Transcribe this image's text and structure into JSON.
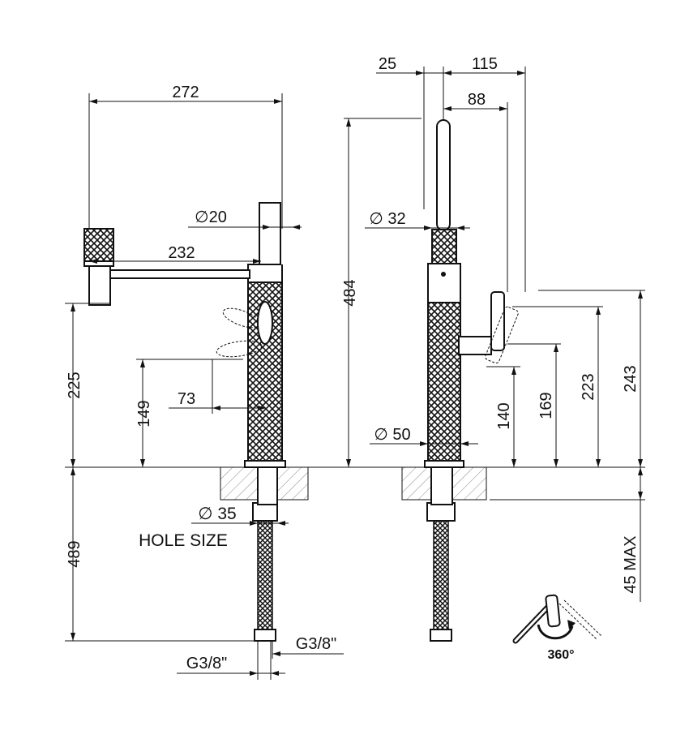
{
  "front_view": {
    "dim_overall_width": "272",
    "dim_hose_diameter": "∅20",
    "dim_spout_reach": "232",
    "dim_spout_height": "225",
    "dim_handle_height": "149",
    "dim_handle_offset": "73",
    "dim_hole_size": "∅ 35",
    "hole_size_label": "HOLE SIZE",
    "dim_hose_length": "489",
    "dim_connection_right": "G3/8\"",
    "dim_connection_bottom": "G3/8\""
  },
  "side_view": {
    "dim_offset": "25",
    "dim_handle_reach": "115",
    "dim_handle_depth": "88",
    "dim_tip_diameter": "∅ 32",
    "dim_overall_height": "484",
    "dim_base_diameter": "∅ 50",
    "dim_handle_low": "140",
    "dim_handle_mid": "169",
    "dim_handle_center": "223",
    "dim_handle_top": "243",
    "dim_max_deck": "45 MAX",
    "rotation_label": "360°"
  }
}
